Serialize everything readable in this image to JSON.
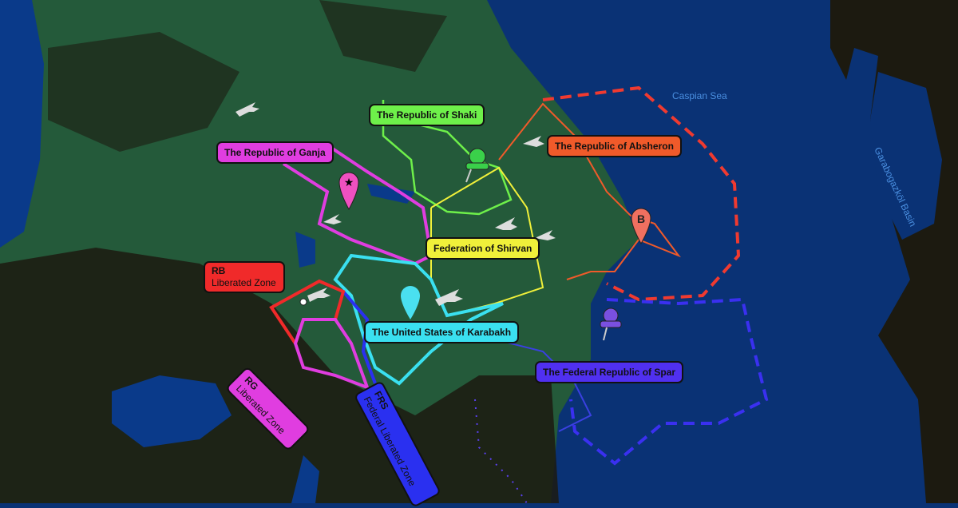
{
  "colors": {
    "sea": "#0a3275",
    "land": "#245a3a",
    "lowland": "#1c1a10",
    "shaki": "#6ef04a",
    "ganja": "#e03de0",
    "absheron": "#f05a2a",
    "shirvan": "#f0f03a",
    "karabakh": "#3ae0f0",
    "spar": "#5030f0",
    "rb": "#f02a2a",
    "frs": "#2a30f0"
  },
  "water_labels": {
    "caspian": "Caspian Sea",
    "garabogaz": "Garabogazköl Basin"
  },
  "regions": {
    "shaki": "The Republic of Shaki",
    "ganja": "The Republic of Ganja",
    "absheron": "The Republic of Absheron",
    "shirvan": "Federation of Shirvan",
    "karabakh": "The United States of Karabakh",
    "spar": "The Federal Republic of Spar"
  },
  "zones": {
    "rb": {
      "code": "RB",
      "name": "Liberated Zone"
    },
    "rg": {
      "code": "RG",
      "name": "Liberated Zone"
    },
    "frs": {
      "code": "FRS",
      "name": "Federal Liberated Zone"
    }
  },
  "markers": {
    "absheron": "B"
  }
}
